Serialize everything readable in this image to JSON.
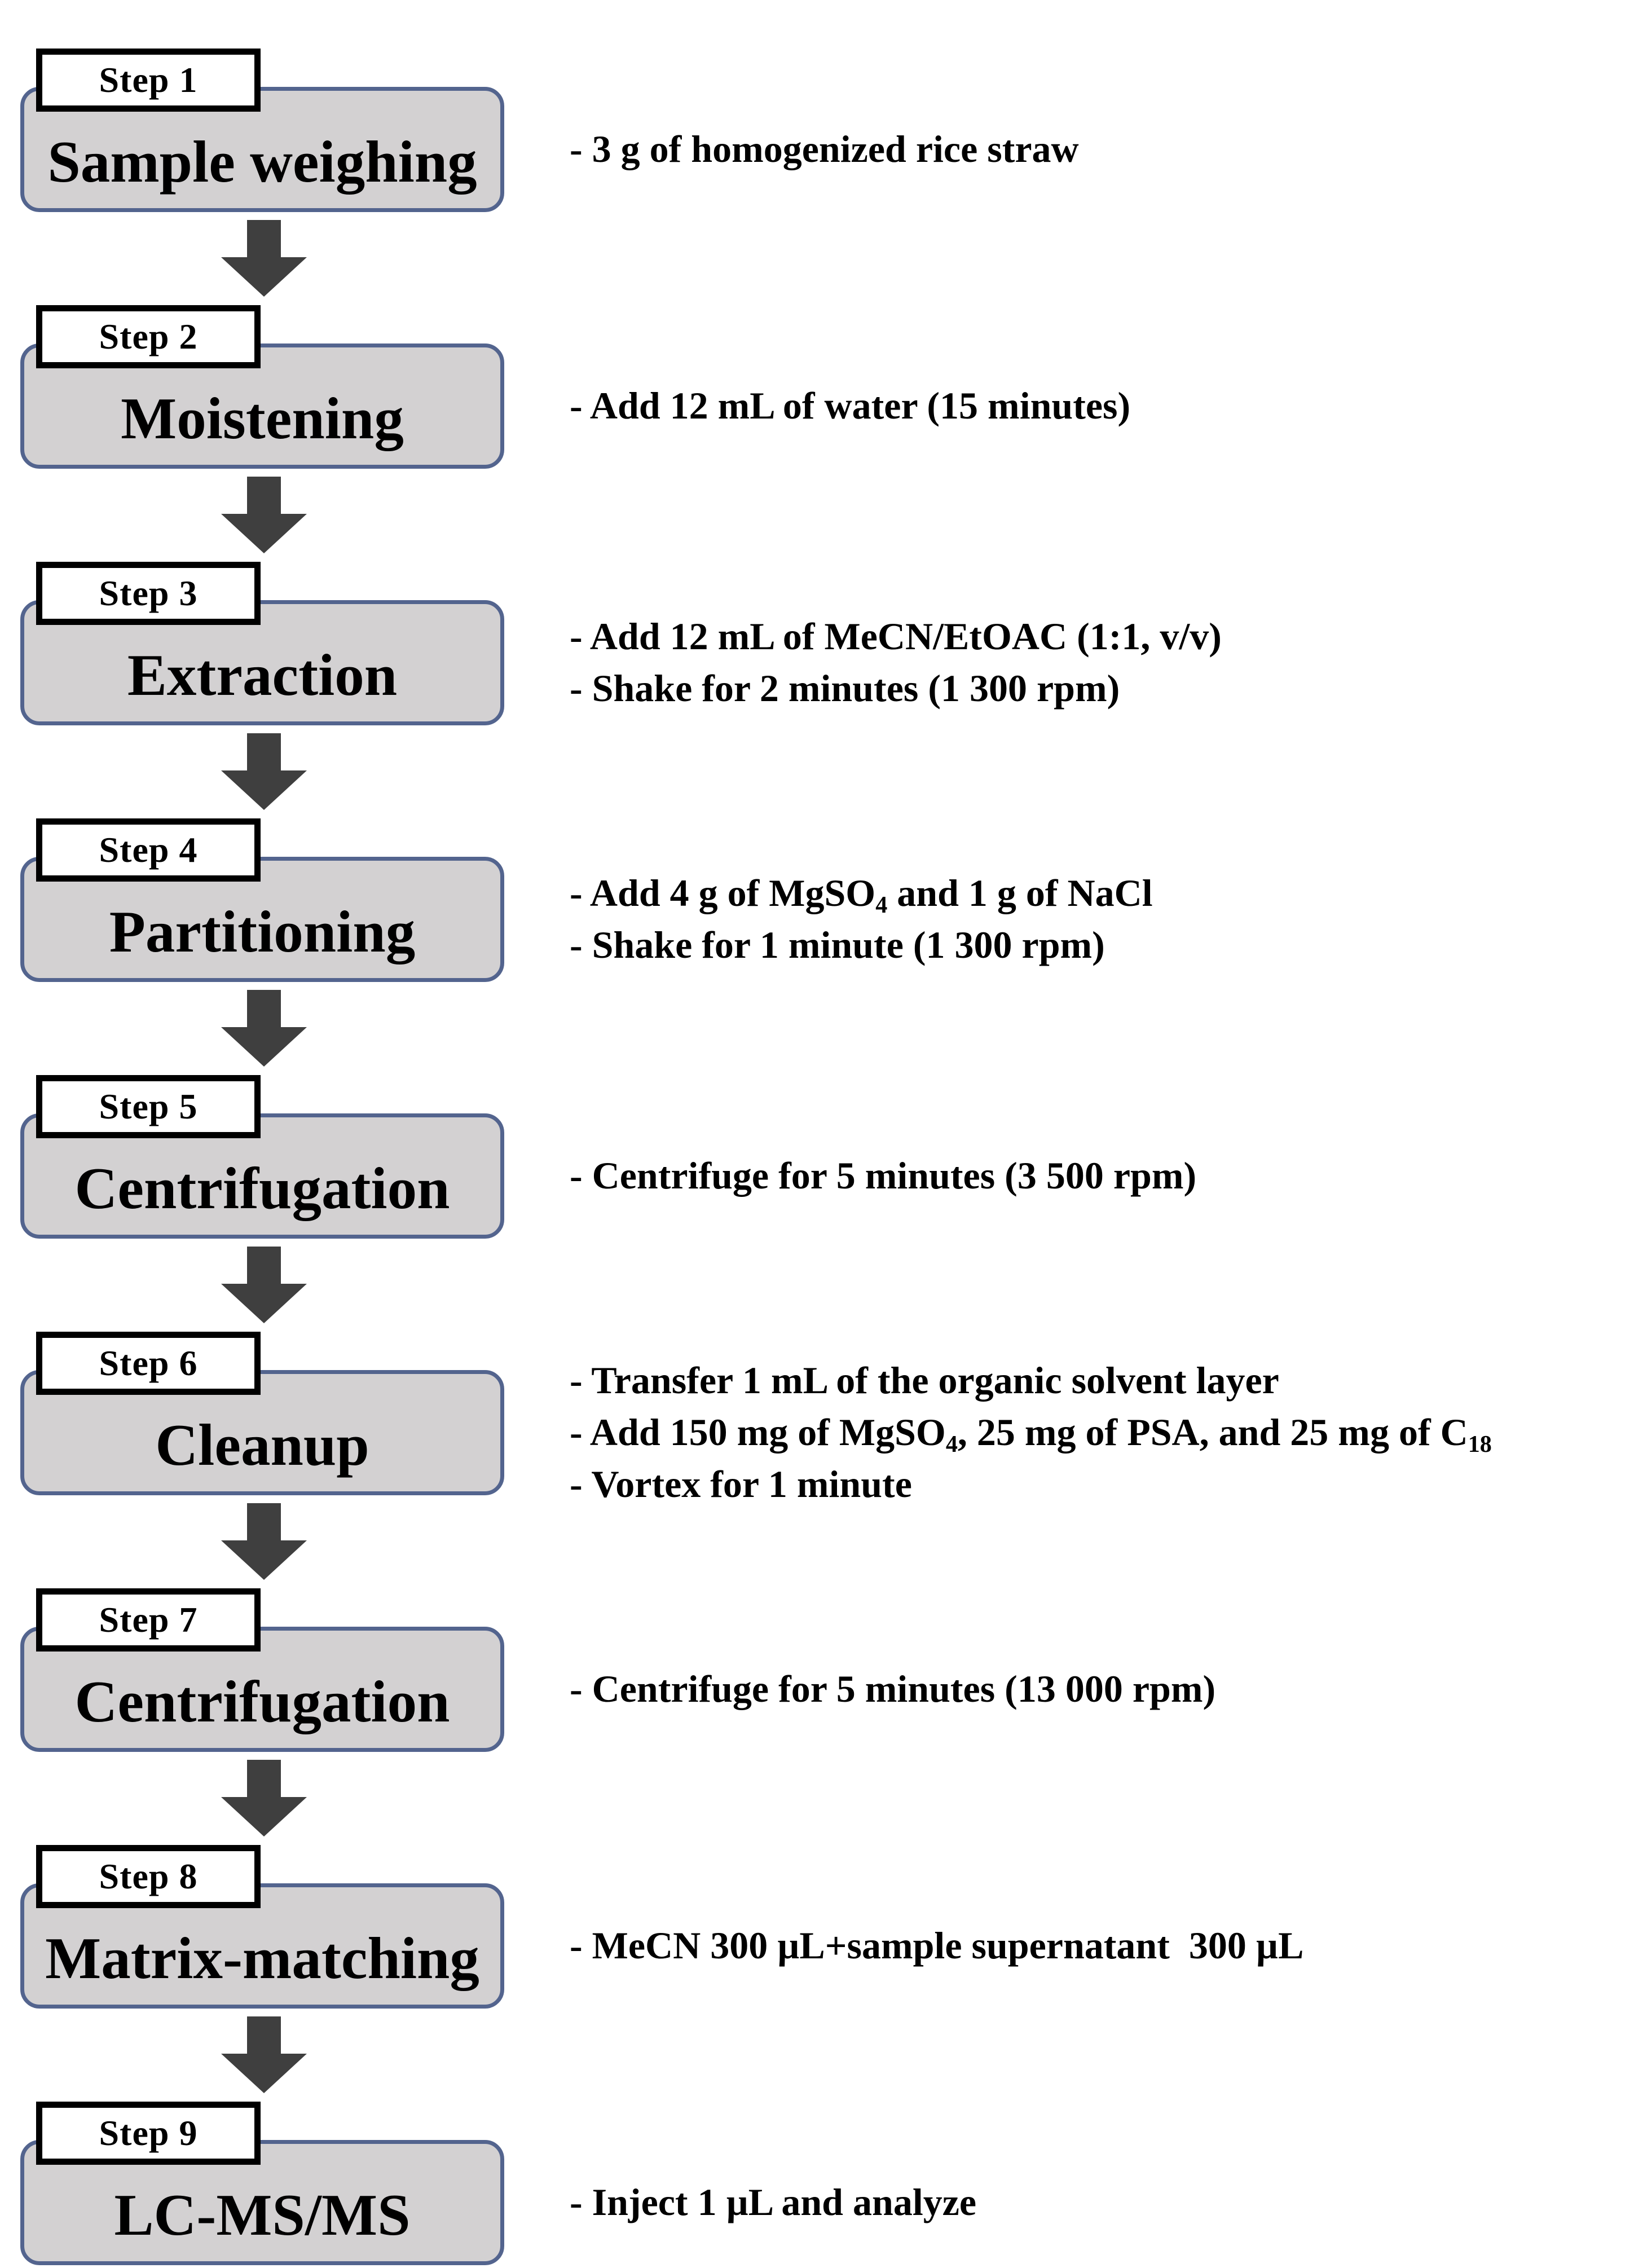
{
  "flowchart": {
    "steps": [
      {
        "label": "Step 1",
        "title": "Sample weighing",
        "details": [
          [
            {
              "t": "- 3 g of homogenized rice straw"
            }
          ]
        ]
      },
      {
        "label": "Step 2",
        "title": "Moistening",
        "details": [
          [
            {
              "t": "- Add 12 mL of water (15 minutes)"
            }
          ]
        ]
      },
      {
        "label": "Step 3",
        "title": "Extraction",
        "details": [
          [
            {
              "t": "- Add 12 mL of MeCN/EtOAC (1:1, v/v)"
            }
          ],
          [
            {
              "t": "- Shake for 2 minutes (1 300 rpm)"
            }
          ]
        ]
      },
      {
        "label": "Step 4",
        "title": "Partitioning",
        "details": [
          [
            {
              "t": "- Add 4 g of MgSO"
            },
            {
              "t": "4",
              "sub": true
            },
            {
              "t": " and 1 g of NaCl"
            }
          ],
          [
            {
              "t": "- Shake for 1 minute (1 300 rpm)"
            }
          ]
        ]
      },
      {
        "label": "Step 5",
        "title": "Centrifugation",
        "details": [
          [
            {
              "t": "- Centrifuge for 5 minutes (3 500 rpm)"
            }
          ]
        ]
      },
      {
        "label": "Step 6",
        "title": "Cleanup",
        "details": [
          [
            {
              "t": "- Transfer 1 mL of the organic solvent layer"
            }
          ],
          [
            {
              "t": "- Add 150 mg of MgSO"
            },
            {
              "t": "4",
              "sub": true
            },
            {
              "t": ", 25 mg of PSA, and 25 mg of C"
            },
            {
              "t": "18",
              "sub": true
            }
          ],
          [
            {
              "t": "- Vortex for 1 minute"
            }
          ]
        ]
      },
      {
        "label": "Step 7",
        "title": "Centrifugation",
        "details": [
          [
            {
              "t": "- Centrifuge for 5 minutes (13 000 rpm)"
            }
          ]
        ]
      },
      {
        "label": "Step 8",
        "title": "Matrix-matching",
        "details": [
          [
            {
              "t": "- MeCN 300 µL+sample supernatant  300 µL"
            }
          ]
        ]
      },
      {
        "label": "Step 9",
        "title": "LC-MS/MS",
        "details": [
          [
            {
              "t": "- Inject 1 µL and analyze"
            }
          ]
        ]
      }
    ]
  },
  "colors": {
    "background": "#ffffff",
    "box_fill": "#d3d1d2",
    "box_border": "#53648e",
    "label_fill": "#ffffff",
    "label_border": "#000000",
    "arrow": "#3f3f3f",
    "text": "#000000"
  },
  "icons": {
    "down_arrow": "down-arrow"
  }
}
